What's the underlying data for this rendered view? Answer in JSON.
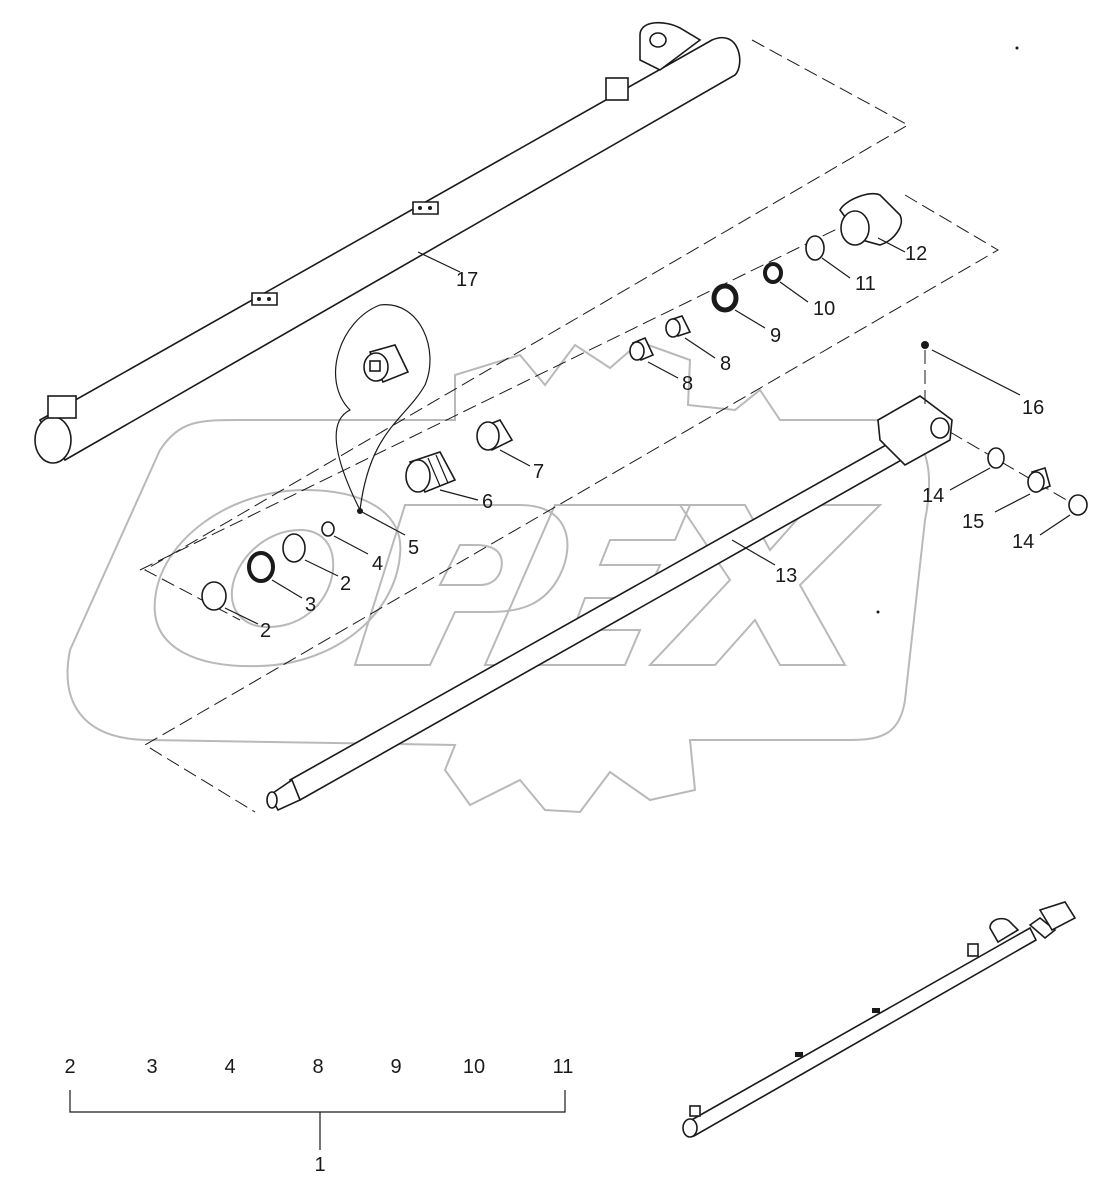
{
  "watermark": "OPEX",
  "header_small_text": "",
  "callouts": {
    "p1": "1",
    "p2a": "2",
    "p2b": "2",
    "p3": "3",
    "p4": "4",
    "p5": "5",
    "p6": "6",
    "p7": "7",
    "p8a": "8",
    "p8b": "8",
    "p9": "9",
    "p10": "10",
    "p11": "11",
    "p12": "12",
    "p13": "13",
    "p14a": "14",
    "p14b": "14",
    "p15": "15",
    "p16": "16",
    "p17": "17"
  },
  "kit_items": [
    "2",
    "3",
    "4",
    "8",
    "9",
    "10",
    "11"
  ],
  "kit_label": "1",
  "colors": {
    "line": "#1a1a1a",
    "watermark": "#b9b9b9",
    "background": "#ffffff"
  }
}
